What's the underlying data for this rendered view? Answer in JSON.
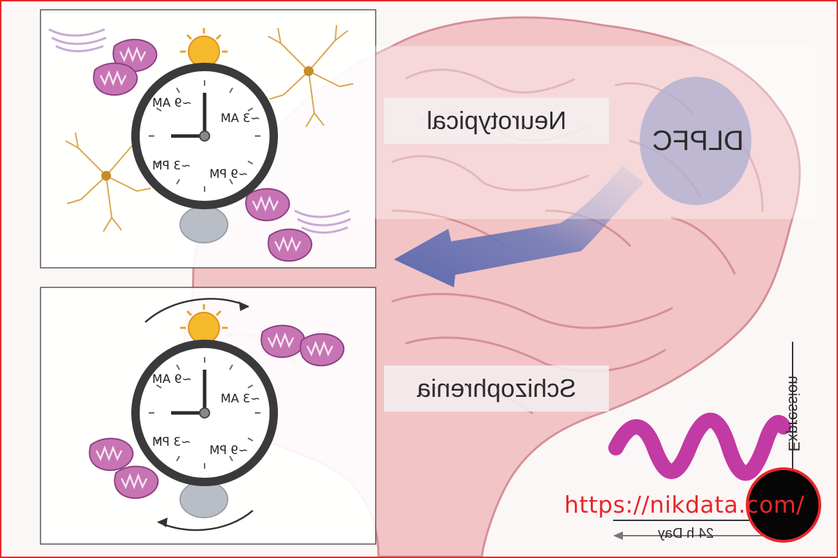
{
  "labels": {
    "top_condition": "Neurotypical",
    "bottom_condition": "Schizophrenia",
    "region": "DLPFC",
    "y_axis": "Expression",
    "x_axis": "24 h Day"
  },
  "clock_top": {
    "t1": "~9 AM",
    "t2": "~3 AM",
    "t3": "~3 PM",
    "t4": "~9 PM"
  },
  "clock_bottom": {
    "t1": "~9 AM",
    "t2": "~3 AM",
    "t3": "~3 PM",
    "t4": "~9 PM"
  },
  "watermark": "https://nikdata.com/",
  "colors": {
    "brain": "#f2c4c6",
    "brain_outline": "#d58f98",
    "dlpfc": "#7f82b8",
    "arrow": "#6b76b5",
    "wave": "#c23aa3",
    "mito": "#c774b4",
    "neuron": "#d9a64a",
    "frame": "#e8262a"
  }
}
